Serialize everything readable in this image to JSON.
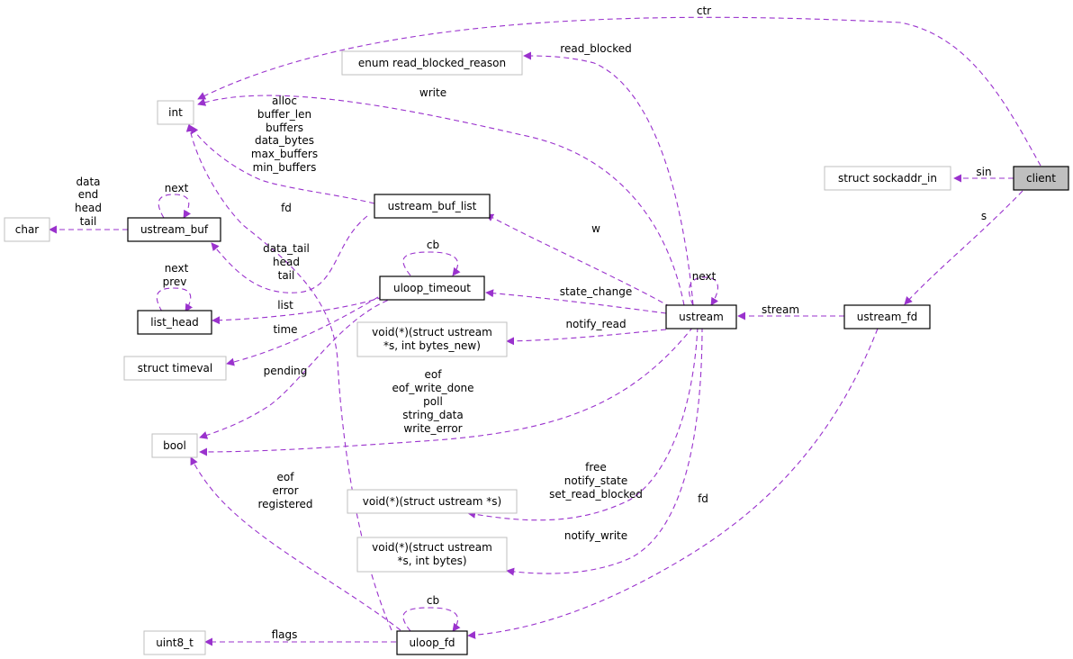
{
  "colors": {
    "edge": "#9a32cd",
    "focus_fill": "#bfbfbf",
    "node_border_strong": "#000000",
    "node_border_gray": "#bfbfbf"
  },
  "nodes": {
    "client": "client",
    "sockaddr_in": "struct sockaddr_in",
    "int": "int",
    "read_blocked_reason": "enum read_blocked_reason",
    "ustream_fd": "ustream_fd",
    "ustream": "ustream",
    "ustream_buf_list": "ustream_buf_list",
    "ustream_buf": "ustream_buf",
    "char": "char",
    "uloop_timeout": "uloop_timeout",
    "list_head": "list_head",
    "timeval": "struct timeval",
    "bool": "bool",
    "notify_read_fn": [
      "void(*)(struct ustream",
      "*s, int bytes_new)"
    ],
    "void_fn": "void(*)(struct ustream *s)",
    "notify_write_fn": [
      "void(*)(struct ustream",
      "*s, int bytes)"
    ],
    "uloop_fd": "uloop_fd",
    "uint8_t": "uint8_t"
  },
  "edge_labels": {
    "ctr": "ctr",
    "sin": "sin",
    "s": "s",
    "stream": "stream",
    "read_blocked": "read_blocked",
    "write": "write",
    "buf_list_ints": [
      "alloc",
      "buffer_len",
      "buffers",
      "data_bytes",
      "max_buffers",
      "min_buffers"
    ],
    "buf_self": [
      "data",
      "end",
      "head",
      "tail"
    ],
    "buf_next": "next",
    "fd_int": "fd",
    "w": "w",
    "cb_timeout": "cb",
    "buf_list_buf": [
      "data_tail",
      "head",
      "tail"
    ],
    "list_next": [
      "next",
      "prev"
    ],
    "state_change": "state_change",
    "ustream_next": "next",
    "list": "list",
    "notify_read": "notify_read",
    "time": "time",
    "pending": "pending",
    "bools": [
      "eof",
      "eof_write_done",
      "poll",
      "string_data",
      "write_error"
    ],
    "fd_bools": [
      "eof",
      "error",
      "registered"
    ],
    "free_fns": [
      "free",
      "notify_state",
      "set_read_blocked"
    ],
    "fd_fd": "fd",
    "notify_write": "notify_write",
    "cb_fd": "cb",
    "flags": "flags"
  }
}
